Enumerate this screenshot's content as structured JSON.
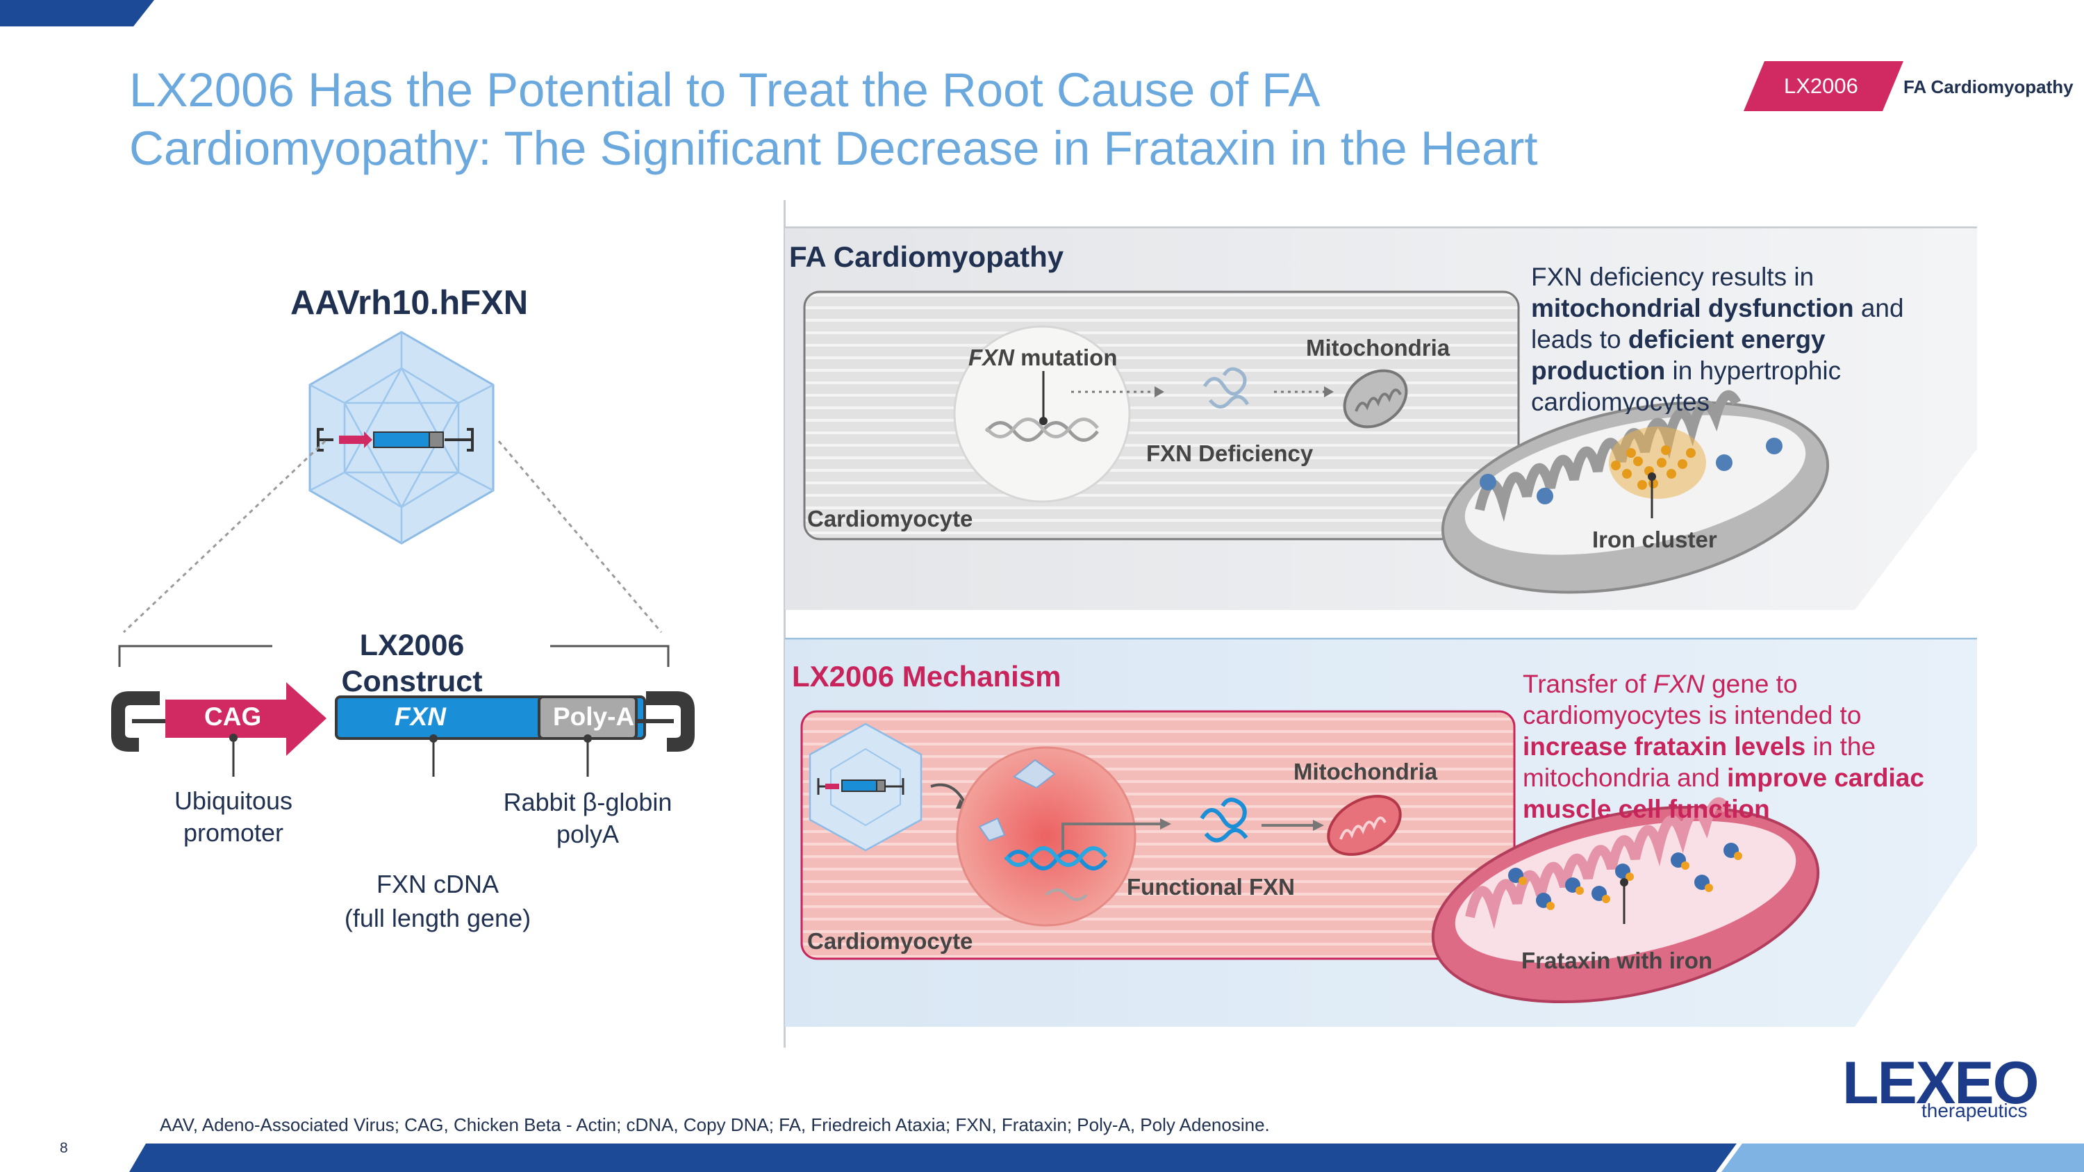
{
  "header": {
    "title_line1": "LX2006 Has the Potential to Treat the Root Cause of FA",
    "title_line2": "Cardiomyopathy: The Significant Decrease in Frataxin in the Heart",
    "tag_product": "LX2006",
    "tag_indication": "FA Cardiomyopathy"
  },
  "left": {
    "vector_title": "AAVrh10.hFXN",
    "construct_title_line1": "LX2006",
    "construct_title_line2": "Construct",
    "elements": {
      "cag": "CAG",
      "fxn": "FXN",
      "polya": "Poly-A"
    },
    "annotations": {
      "promoter_line1": "Ubiquitous",
      "promoter_line2": "promoter",
      "polya_line1": "Rabbit β-globin",
      "polya_line2": "polyA",
      "cdna_line1": "FXN cDNA",
      "cdna_line2": "(full length gene)"
    }
  },
  "fa_panel": {
    "heading": "FA Cardiomyopathy",
    "mutation_italic": "FXN",
    "mutation_rest": " mutation",
    "mitochondria": "Mitochondria",
    "deficiency": "FXN Deficiency",
    "cardiomyocyte": "Cardiomyocyte",
    "iron_cluster": "Iron cluster",
    "text": {
      "p1": "FXN deficiency results in",
      "b1": "mitochondrial dysfunction",
      "p2": " and",
      "p3": "leads to ",
      "b2": "deficient energy",
      "b3": "production",
      "p4": " in hypertrophic",
      "p5": "cardiomyocytes"
    }
  },
  "mech_panel": {
    "heading": "LX2006 Mechanism",
    "mitochondria": "Mitochondria",
    "functional": "Functional FXN",
    "cardiomyocyte": "Cardiomyocyte",
    "frataxin_iron": "Frataxin with iron",
    "text": {
      "p1": "Transfer of ",
      "i1": "FXN",
      "p2": " gene to",
      "p3": "cardiomyocytes is intended to",
      "b1": "increase frataxin levels",
      "p4": " in the",
      "p5": "mitochondria and ",
      "b2": "improve cardiac",
      "b3": "muscle cell function"
    }
  },
  "footer": {
    "footnote": "AAV, Adeno-Associated Virus; CAG, Chicken Beta - Actin; cDNA, Copy DNA; FA, Friedreich Ataxia; FXN, Frataxin; Poly-A, Poly Adenosine.",
    "page": "8",
    "logo_main": "LEXEO",
    "logo_sub": "therapeutics"
  },
  "colors": {
    "title_blue": "#6aa8de",
    "navy": "#1f3050",
    "brand_pink": "#d12a62",
    "fxn_blue": "#1a8fd8",
    "logo_blue": "#1c3c8a"
  }
}
